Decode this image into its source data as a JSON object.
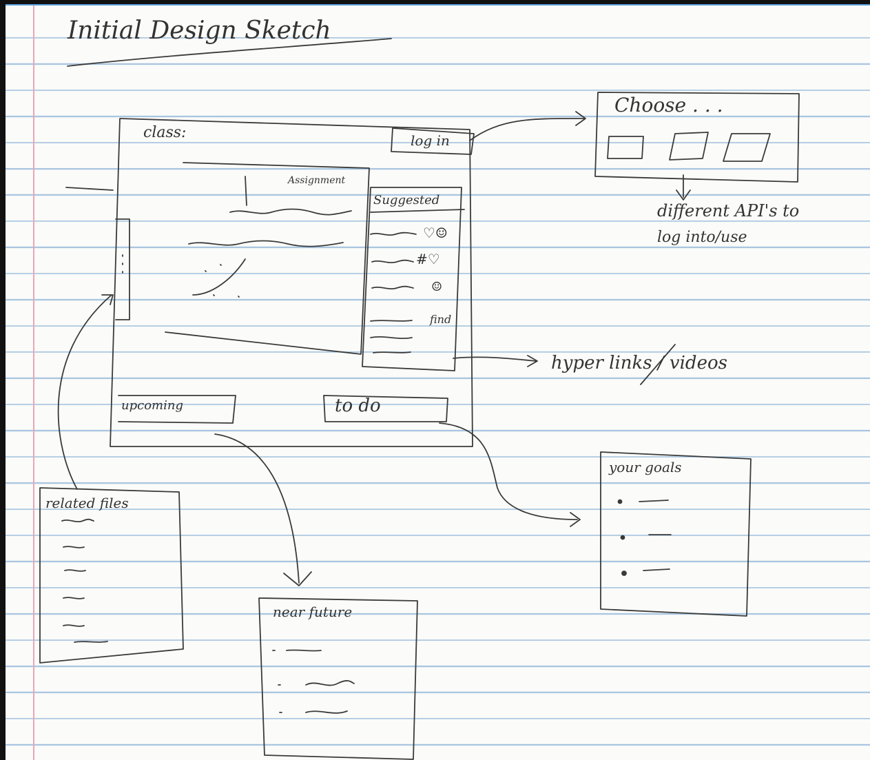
{
  "title": "Initial Design Sketch",
  "main_window": {
    "class_label": "class:",
    "login_label": "log in",
    "assignment_label": "Assignment",
    "suggested_label": "Suggested",
    "upcoming_label": "upcoming",
    "todo_label": "to do",
    "suggested_icons": [
      "♡☺",
      "#♡",
      "☺",
      "find"
    ]
  },
  "choose_box": {
    "label": "Choose . . ."
  },
  "notes": {
    "api_line1": "different API's to",
    "api_line2": "log into/use",
    "hyperlinks_videos": "hyper links / videos"
  },
  "related_files": {
    "label": "related files"
  },
  "near_future": {
    "label": "near future"
  },
  "your_goals": {
    "label": "your goals"
  }
}
